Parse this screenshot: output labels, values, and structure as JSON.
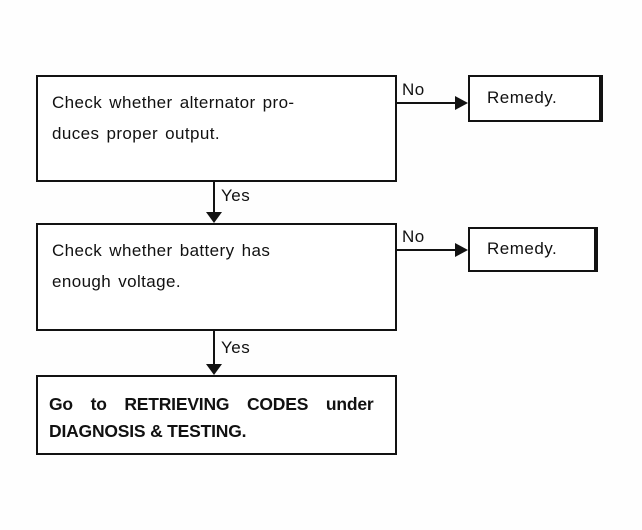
{
  "page": {
    "background_color": "#fefefe",
    "ink_color": "#121212"
  },
  "diagram": {
    "type": "flowchart",
    "nodes": [
      {
        "id": "check-alternator-output",
        "shape": "rectangle",
        "lines": [
          "Check whether alternator pro-",
          "duces proper output."
        ]
      },
      {
        "id": "remedy-alternator",
        "shape": "rectangle",
        "lines": [
          "Remedy."
        ]
      },
      {
        "id": "check-battery-voltage",
        "shape": "rectangle",
        "lines": [
          "Check whether battery has",
          "enough voltage."
        ]
      },
      {
        "id": "remedy-battery",
        "shape": "rectangle",
        "lines": [
          "Remedy."
        ]
      },
      {
        "id": "go-to-retrieving-codes",
        "shape": "rectangle",
        "lines": [
          "Go to RETRIEVING CODES under",
          "DIAGNOSIS & TESTING."
        ]
      }
    ],
    "edges": [
      {
        "from": "check-alternator-output",
        "to": "remedy-alternator",
        "label": "No",
        "direction": "right"
      },
      {
        "from": "check-alternator-output",
        "to": "check-battery-voltage",
        "label": "Yes",
        "direction": "down"
      },
      {
        "from": "check-battery-voltage",
        "to": "remedy-battery",
        "label": "No",
        "direction": "right"
      },
      {
        "from": "check-battery-voltage",
        "to": "go-to-retrieving-codes",
        "label": "Yes",
        "direction": "down"
      }
    ]
  }
}
